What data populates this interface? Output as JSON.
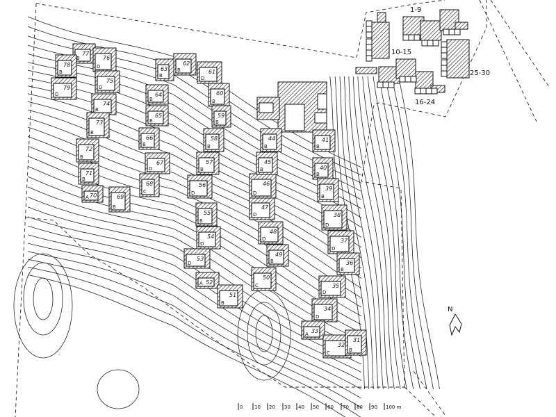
{
  "units": [
    {
      "number": "77",
      "type": "B"
    },
    {
      "number": "78",
      "type": "B"
    },
    {
      "number": "79",
      "type": "D"
    },
    {
      "number": "76",
      "type": "D"
    },
    {
      "number": "75",
      "type": "D"
    },
    {
      "number": "74",
      "type": "B"
    },
    {
      "number": "73",
      "type": "B"
    },
    {
      "number": "72",
      "type": "B"
    },
    {
      "number": "71",
      "type": "B"
    },
    {
      "number": "70",
      "type": "A"
    },
    {
      "number": "69",
      "type": "B"
    },
    {
      "number": "68",
      "type": "C"
    },
    {
      "number": "67",
      "type": "D"
    },
    {
      "number": "66",
      "type": "B"
    },
    {
      "number": "65",
      "type": "B"
    },
    {
      "number": "64",
      "type": "B"
    },
    {
      "number": "63",
      "type": "B"
    },
    {
      "number": "62",
      "type": "B"
    },
    {
      "number": "61",
      "type": "D"
    },
    {
      "number": "60",
      "type": "B"
    },
    {
      "number": "59",
      "type": "B"
    },
    {
      "number": "58",
      "type": "B"
    },
    {
      "number": "57",
      "type": "B"
    },
    {
      "number": "56",
      "type": "D"
    },
    {
      "number": "55",
      "type": "B"
    },
    {
      "number": "54",
      "type": "D"
    },
    {
      "number": "53",
      "type": "D"
    },
    {
      "number": "52",
      "type": "A"
    },
    {
      "number": "51",
      "type": "B"
    },
    {
      "number": "50",
      "type": "C"
    },
    {
      "number": "49",
      "type": "B"
    },
    {
      "number": "48",
      "type": "D"
    },
    {
      "number": "47",
      "type": "D"
    },
    {
      "number": "46",
      "type": "D"
    },
    {
      "number": "45",
      "type": "B"
    },
    {
      "number": "44",
      "type": "B"
    },
    {
      "number": "41",
      "type": "B"
    },
    {
      "number": "40",
      "type": "B"
    },
    {
      "number": "39",
      "type": "B"
    },
    {
      "number": "38",
      "type": "D"
    },
    {
      "number": "37",
      "type": "D"
    },
    {
      "number": "36",
      "type": "B"
    },
    {
      "number": "35",
      "type": "D"
    },
    {
      "number": "34",
      "type": "D"
    },
    {
      "number": "33",
      "type": "A"
    },
    {
      "number": "32",
      "type": "C"
    },
    {
      "number": "31",
      "type": "B"
    }
  ],
  "clusters": [
    {
      "label": "1-9"
    },
    {
      "label": "10-15"
    },
    {
      "label": "16-24"
    },
    {
      "label": "25-30"
    }
  ],
  "north_label": "N",
  "scale_bar": [
    "0",
    "10",
    "20",
    "30",
    "40",
    "50",
    "60",
    "70",
    "80",
    "90",
    "100 m"
  ]
}
